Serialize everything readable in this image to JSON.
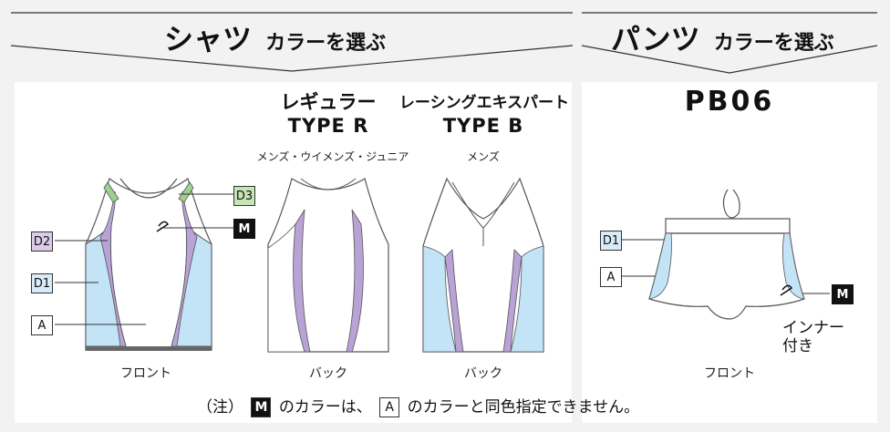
{
  "shirts": {
    "title": "シャツ",
    "subtitle": "カラーを選ぶ",
    "front_caption": "フロント",
    "regular": {
      "name": "レギュラー",
      "type": "TYPE R",
      "fit": "メンズ・ウイメンズ・ジュニア",
      "caption": "バック"
    },
    "racing": {
      "name": "レーシングエキスパート",
      "type": "TYPE B",
      "fit": "メンズ",
      "caption": "バック"
    },
    "labels": {
      "d3": "D3",
      "d2": "D2",
      "d1": "D1",
      "a": "A",
      "m": "M"
    }
  },
  "pants": {
    "title": "パンツ",
    "subtitle": "カラーを選ぶ",
    "model": "PB06",
    "front_caption": "フロント",
    "inner_note_line1": "インナー",
    "inner_note_line2": "付き",
    "labels": {
      "d1": "D1",
      "a": "A",
      "m": "M"
    }
  },
  "note": {
    "prefix": "（注）",
    "m_label": "M",
    "mid": "のカラーは、",
    "a_label": "A",
    "suffix": "のカラーと同色指定できません。"
  },
  "colors": {
    "panel_bg": "#ffffff",
    "page_bg": "#f2f2f2",
    "d1_light_blue": "#c3e3f6",
    "d2_lavender": "#b9a2d6",
    "d3_green": "#9fd08c",
    "m_black": "#111111"
  }
}
